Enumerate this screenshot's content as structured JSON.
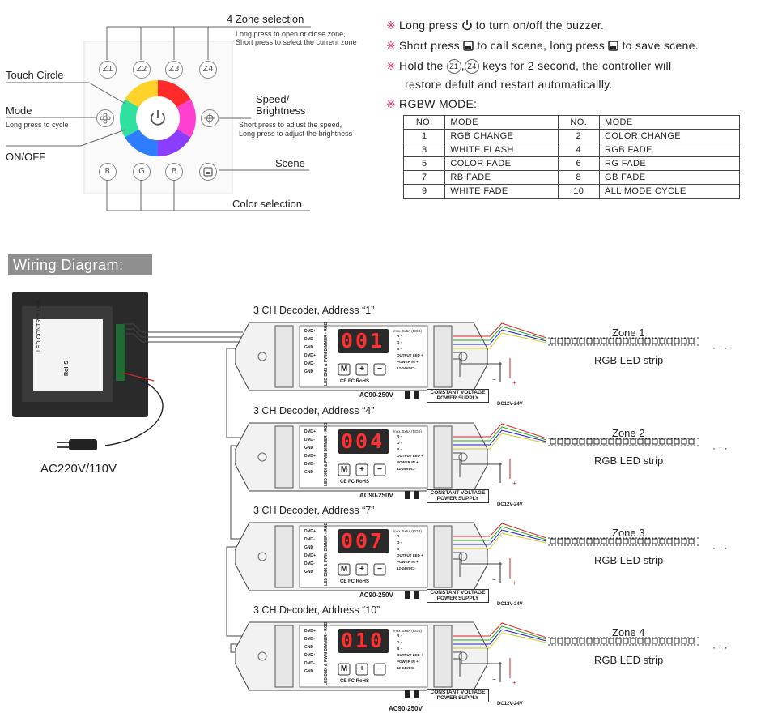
{
  "panel": {
    "keys_top": [
      "Z1",
      "Z2",
      "Z3",
      "Z4"
    ],
    "keys_bottom": [
      "R",
      "G",
      "B"
    ],
    "mode_icon": "flower-icon",
    "speed_icon": "crosshair-icon",
    "power_icon": "power-icon",
    "scene_icon": "floppy-icon"
  },
  "callouts": {
    "zone_title": "4 Zone selection",
    "zone_line1": "Long press to open or close zone,",
    "zone_line2": "Short press to select the current zone",
    "touch_circle": "Touch Circle",
    "mode": "Mode",
    "mode_sub": "Long press to cycle",
    "onoff": "ON/OFF",
    "speed_title1": "Speed/",
    "speed_title2": "Brightness",
    "speed_sub1": "Short press to adjust the speed,",
    "speed_sub2": "Long press to adjust the brightness",
    "scene": "Scene",
    "color_selection": "Color selection"
  },
  "notes": {
    "mark": "※",
    "n1_a": "Long press",
    "n1_b": "to turn on/off the buzzer.",
    "n2_a": "Short press",
    "n2_b": "to call scene, long press",
    "n2_c": "to save scene.",
    "n3_a": "Hold the",
    "n3_b": ",",
    "n3_c": "keys for 2 second, the controller will",
    "n3_d": "restore defult and restart automaticallly.",
    "n4": "RGBW MODE:",
    "key_z1": "Z1",
    "key_z4": "Z4"
  },
  "mode_table": {
    "headers": [
      "NO.",
      "MODE",
      "NO.",
      "MODE"
    ],
    "rows": [
      [
        "1",
        "RGB CHANGE",
        "2",
        "COLOR CHANGE"
      ],
      [
        "3",
        "WHITE FLASH",
        "4",
        "RGB FADE"
      ],
      [
        "5",
        "COLOR FADE",
        "6",
        "RG FADE"
      ],
      [
        "7",
        "RB FADE",
        "8",
        "GB FADE"
      ],
      [
        "9",
        "WHITE FADE",
        "10",
        "ALL MODE CYCLE"
      ]
    ]
  },
  "wiring": {
    "title": "Wiring Diagram:",
    "controller_label": "LED CONTROLLER",
    "rohs": "RoHS",
    "mains": "AC220V/110V",
    "decoders": [
      {
        "title": "3 CH Decoder, Address “1”",
        "display": "001",
        "zone": "Zone 1",
        "strip": "RGB LED strip"
      },
      {
        "title": "3 CH Decoder, Address “4”",
        "display": "004",
        "zone": "Zone 2",
        "strip": "RGB LED strip"
      },
      {
        "title": "3 CH Decoder, Address “7”",
        "display": "007",
        "zone": "Zone 3",
        "strip": "RGB LED strip"
      },
      {
        "title": "3 CH Decoder, Address “10”",
        "display": "010",
        "zone": "Zone 4",
        "strip": "RGB LED strip"
      }
    ],
    "decoder_inputs": [
      "DMX+",
      "DMX-",
      "GND",
      "DMX+",
      "DMX-",
      "GND"
    ],
    "decoder_side": "LED DMX & PWM DIMMER - RGB",
    "decoder_outputs": [
      "R -",
      "G -",
      "B -",
      "OUTPUT LED +",
      "POWER IN +",
      "12-24VDC -"
    ],
    "decoder_rating": "max. 5x5A (RGB)",
    "certs": "CE FC RoHS",
    "btn_m": "M",
    "btn_plus": "+",
    "btn_minus": "−",
    "psu_line1": "CONSTANT VOLTAGE",
    "psu_line2": "POWER SUPPLY",
    "ac_in": "AC90-250V",
    "dc_out": "DC12V-24V",
    "plus": "+",
    "minus": "−",
    "dots": "· · ·"
  }
}
